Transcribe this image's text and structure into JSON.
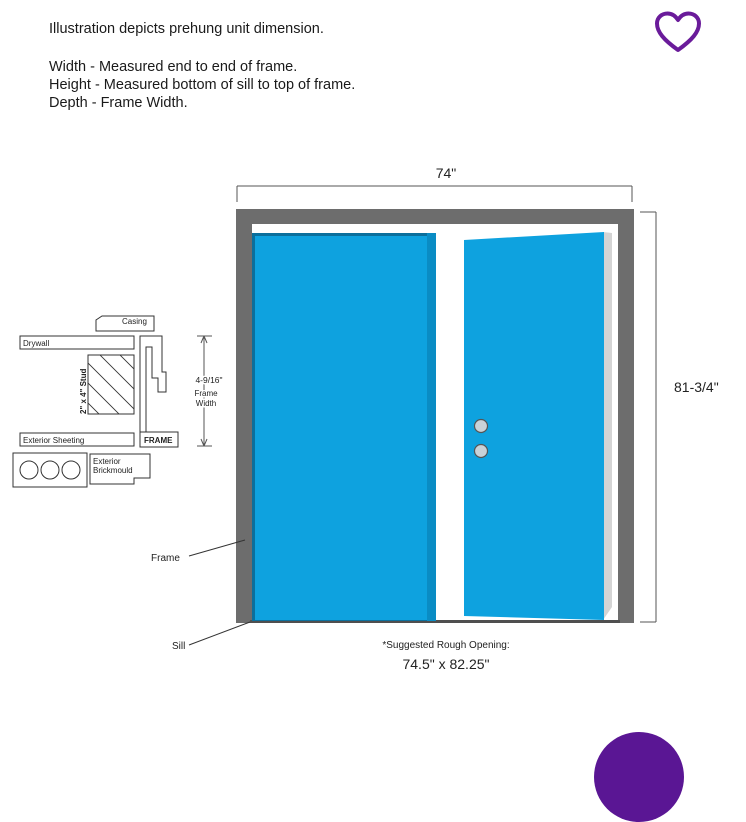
{
  "intro": {
    "line1": "Illustration depicts prehung unit dimension.",
    "line2": "Width - Measured end to end of frame.",
    "line3": "Height - Measured bottom of sill to top of frame.",
    "line4": "Depth - Frame Width."
  },
  "dimensions": {
    "width": "74\"",
    "height": "81-3/4\""
  },
  "detail": {
    "casing": "Casing",
    "drywall": "Drywall",
    "stud": "2\" x 4\" Stud",
    "frame_depth_value": "4-9/16\"",
    "frame_depth_l1": "Frame",
    "frame_depth_l2": "Width",
    "exterior_sheeting": "Exterior Sheeting",
    "frame": "FRAME",
    "brickmould_l1": "Exterior",
    "brickmould_l2": "Brickmould"
  },
  "callouts": {
    "frame": "Frame",
    "sill": "Sill"
  },
  "rough_opening": {
    "label": "*Suggested Rough Opening:",
    "value": "74.5\" x 82.25\""
  },
  "colors": {
    "door": "#0ea2df",
    "frame": "#6d6d6d",
    "accent": "#6a1b9a"
  },
  "icons": {
    "favorite": "heart-outline-icon"
  }
}
